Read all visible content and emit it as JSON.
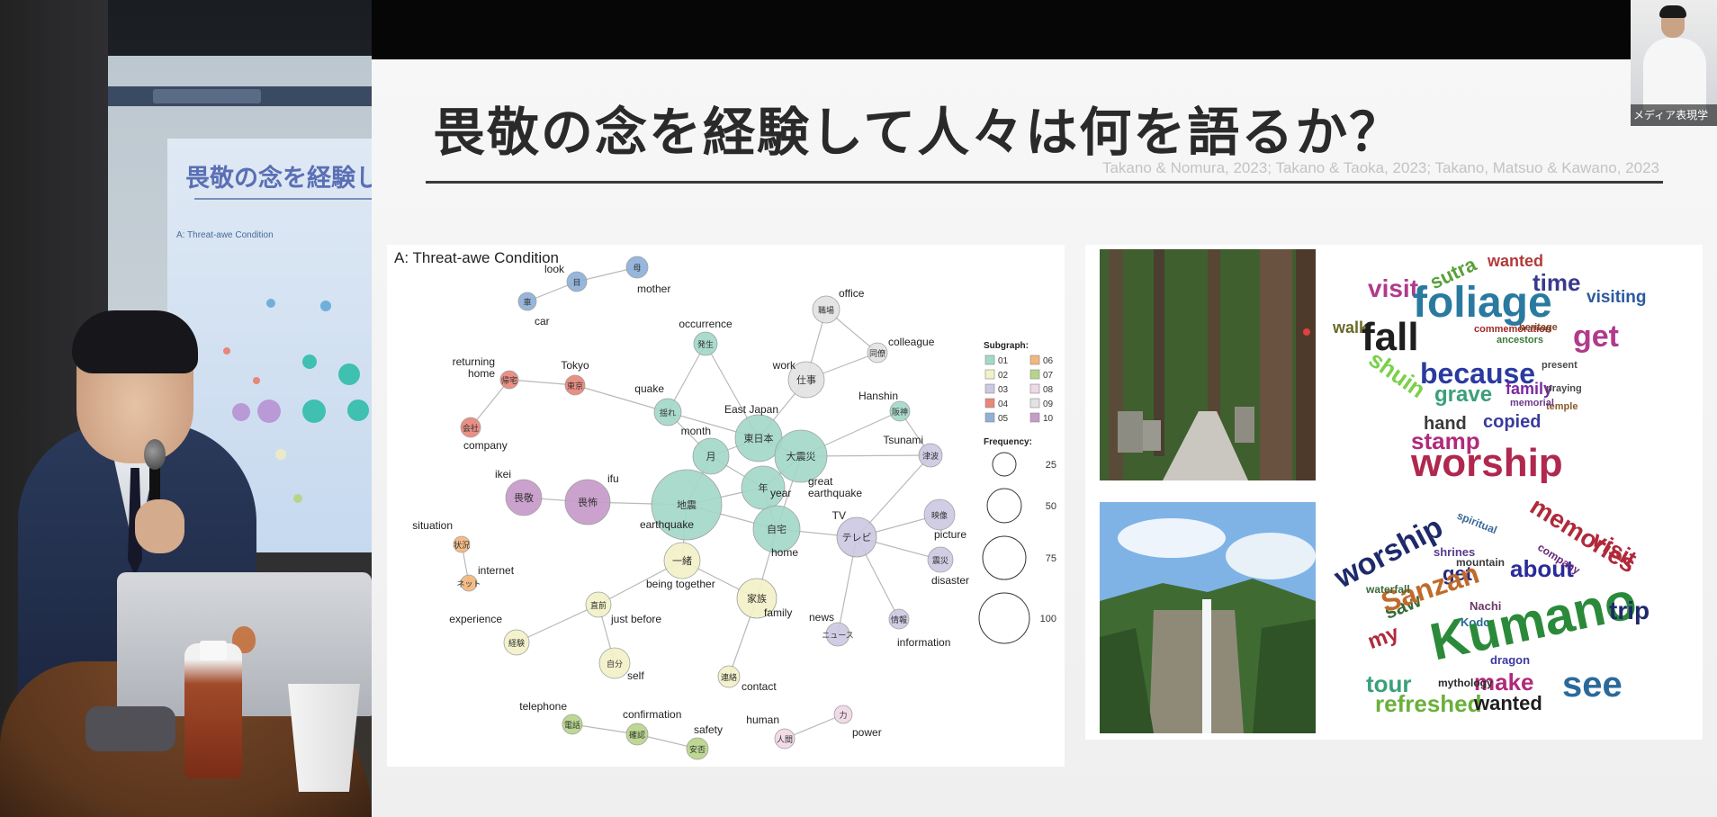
{
  "slide": {
    "title": "畏敬の念を経験して人々は何を語るか？",
    "citation": "Takano & Nomura, 2023; Takano & Taoka, 2023; Takano, Matsuo & Kawano, 2023"
  },
  "network": {
    "panel_title": "A: Threat-awe Condition",
    "legend_title": "Subgraph:",
    "legend_items": [
      {
        "id": "01",
        "color": "#a3d9c9"
      },
      {
        "id": "02",
        "color": "#f3f1c8"
      },
      {
        "id": "03",
        "color": "#cdc9e2"
      },
      {
        "id": "04",
        "color": "#e8867a"
      },
      {
        "id": "05",
        "color": "#8fb0d9"
      },
      {
        "id": "06",
        "color": "#f3b77d"
      },
      {
        "id": "07",
        "color": "#b7d58a"
      },
      {
        "id": "08",
        "color": "#f0d9e6"
      },
      {
        "id": "09",
        "color": "#e3e3e3"
      },
      {
        "id": "10",
        "color": "#c79bc9"
      }
    ],
    "frequency_title": "Frequency:",
    "frequency_labels": [
      "25",
      "50",
      "75",
      "100"
    ],
    "nodes": [
      {
        "jp": "母",
        "en": "mother",
        "color": "#8fb0d9"
      },
      {
        "jp": "目",
        "en": "look",
        "color": "#8fb0d9"
      },
      {
        "jp": "車",
        "en": "car",
        "color": "#8fb0d9"
      },
      {
        "jp": "職場",
        "en": "office",
        "color": "#e3e3e3"
      },
      {
        "jp": "同僚",
        "en": "colleague",
        "color": "#e3e3e3"
      },
      {
        "jp": "仕事",
        "en": "work",
        "color": "#e3e3e3"
      },
      {
        "jp": "発生",
        "en": "occurrence",
        "color": "#a3d9c9"
      },
      {
        "jp": "帰宅",
        "en": "returning home",
        "color": "#e8867a"
      },
      {
        "jp": "東京",
        "en": "Tokyo",
        "color": "#e8867a"
      },
      {
        "jp": "会社",
        "en": "company",
        "color": "#e8867a"
      },
      {
        "jp": "揺れ",
        "en": "quake",
        "color": "#a3d9c9"
      },
      {
        "jp": "東日本",
        "en": "East Japan",
        "color": "#a3d9c9"
      },
      {
        "jp": "大震災",
        "en": "great earthquake",
        "color": "#a3d9c9"
      },
      {
        "jp": "阪神",
        "en": "Hanshin",
        "color": "#a3d9c9"
      },
      {
        "jp": "月",
        "en": "month",
        "color": "#a3d9c9"
      },
      {
        "jp": "年",
        "en": "year",
        "color": "#a3d9c9"
      },
      {
        "jp": "津波",
        "en": "Tsunami",
        "color": "#cdc9e2"
      },
      {
        "jp": "畏敬",
        "en": "ikei",
        "color": "#c79bc9"
      },
      {
        "jp": "畏怖",
        "en": "ifu",
        "color": "#c79bc9"
      },
      {
        "jp": "地震",
        "en": "earthquake",
        "color": "#a3d9c9"
      },
      {
        "jp": "自宅",
        "en": "home",
        "color": "#a3d9c9"
      },
      {
        "jp": "テレビ",
        "en": "TV",
        "color": "#cdc9e2"
      },
      {
        "jp": "映像",
        "en": "picture",
        "color": "#cdc9e2"
      },
      {
        "jp": "震災",
        "en": "disaster",
        "color": "#cdc9e2"
      },
      {
        "jp": "状況",
        "en": "situation",
        "color": "#f3b77d"
      },
      {
        "jp": "ネット",
        "en": "internet",
        "color": "#f3b77d"
      },
      {
        "jp": "一緒",
        "en": "being together",
        "color": "#f3f1c8"
      },
      {
        "jp": "家族",
        "en": "family",
        "color": "#f3f1c8"
      },
      {
        "jp": "直前",
        "en": "just before",
        "color": "#f3f1c8"
      },
      {
        "jp": "経験",
        "en": "experience",
        "color": "#f3f1c8"
      },
      {
        "jp": "自分",
        "en": "self",
        "color": "#f3f1c8"
      },
      {
        "jp": "ニュース",
        "en": "news",
        "color": "#cdc9e2"
      },
      {
        "jp": "情報",
        "en": "information",
        "color": "#cdc9e2"
      },
      {
        "jp": "連絡",
        "en": "contact",
        "color": "#f3f1c8"
      },
      {
        "jp": "電話",
        "en": "telephone",
        "color": "#b7d58a"
      },
      {
        "jp": "確認",
        "en": "confirmation",
        "color": "#b7d58a"
      },
      {
        "jp": "安否",
        "en": "safety",
        "color": "#b7d58a"
      },
      {
        "jp": "人間",
        "en": "human",
        "color": "#f0d9e6"
      },
      {
        "jp": "力",
        "en": "power",
        "color": "#f0d9e6"
      }
    ]
  },
  "wordclouds": {
    "cloud1": [
      {
        "w": "wanted",
        "c": "#b23a3a"
      },
      {
        "w": "time",
        "c": "#3a3a8c"
      },
      {
        "w": "visiting",
        "c": "#2a5aa0"
      },
      {
        "w": "sutra",
        "c": "#5aa03a"
      },
      {
        "w": "visit",
        "c": "#b03a8c"
      },
      {
        "w": "foliage",
        "c": "#2a7aa0"
      },
      {
        "w": "walk",
        "c": "#6a6a2a"
      },
      {
        "w": "fall",
        "c": "#1e1e1e"
      },
      {
        "w": "get",
        "c": "#b03a8c"
      },
      {
        "w": "because",
        "c": "#2a3aa0"
      },
      {
        "w": "family",
        "c": "#7a2aa0"
      },
      {
        "w": "grave",
        "c": "#3aa07a"
      },
      {
        "w": "shuin",
        "c": "#7ad04a"
      },
      {
        "w": "hand",
        "c": "#3a3a3a"
      },
      {
        "w": "copied",
        "c": "#3a3aa0"
      },
      {
        "w": "stamp",
        "c": "#b02a7a"
      },
      {
        "w": "worship",
        "c": "#b0284e"
      },
      {
        "w": "temple",
        "c": "#8a5a2a"
      },
      {
        "w": "ancestors",
        "c": "#3a7a3a"
      },
      {
        "w": "commemoration",
        "c": "#a02a2a"
      },
      {
        "w": "praying",
        "c": "#4a4a4a"
      },
      {
        "w": "present",
        "c": "#4a4a4a"
      },
      {
        "w": "memorial",
        "c": "#6a3a8a"
      },
      {
        "w": "heritage",
        "c": "#7a4a2a"
      }
    ],
    "cloud2": [
      {
        "w": "worship",
        "c": "#1e2a6a"
      },
      {
        "w": "memories",
        "c": "#b02a3a"
      },
      {
        "w": "visit",
        "c": "#b02a3a"
      },
      {
        "w": "spiritual",
        "c": "#3a6a9a"
      },
      {
        "w": "shrines",
        "c": "#5a3a8a"
      },
      {
        "w": "get",
        "c": "#2a2a7a"
      },
      {
        "w": "about",
        "c": "#2a2a9a"
      },
      {
        "w": "mountain",
        "c": "#3a3a3a"
      },
      {
        "w": "company",
        "c": "#6a2a7a"
      },
      {
        "w": "saw",
        "c": "#3a6a3a"
      },
      {
        "w": "Sanzan",
        "c": "#c06a2a"
      },
      {
        "w": "Nachi",
        "c": "#6a3a6a"
      },
      {
        "w": "Kodo",
        "c": "#2a6a9a"
      },
      {
        "w": "my",
        "c": "#b02a3a"
      },
      {
        "w": "Kumano",
        "c": "#2a8a3a"
      },
      {
        "w": "trip",
        "c": "#1e2a6a"
      },
      {
        "w": "tour",
        "c": "#3aa07a"
      },
      {
        "w": "make",
        "c": "#b02a7a"
      },
      {
        "w": "see",
        "c": "#2a6a9a"
      },
      {
        "w": "refreshed",
        "c": "#6ab03a"
      },
      {
        "w": "wanted",
        "c": "#1e1e1e"
      },
      {
        "w": "dragon",
        "c": "#3a3aa0"
      },
      {
        "w": "mythology",
        "c": "#2a2a2a"
      },
      {
        "w": "waterfall",
        "c": "#3a6a3a"
      }
    ]
  },
  "pip": {
    "label": "メディア表現学"
  }
}
